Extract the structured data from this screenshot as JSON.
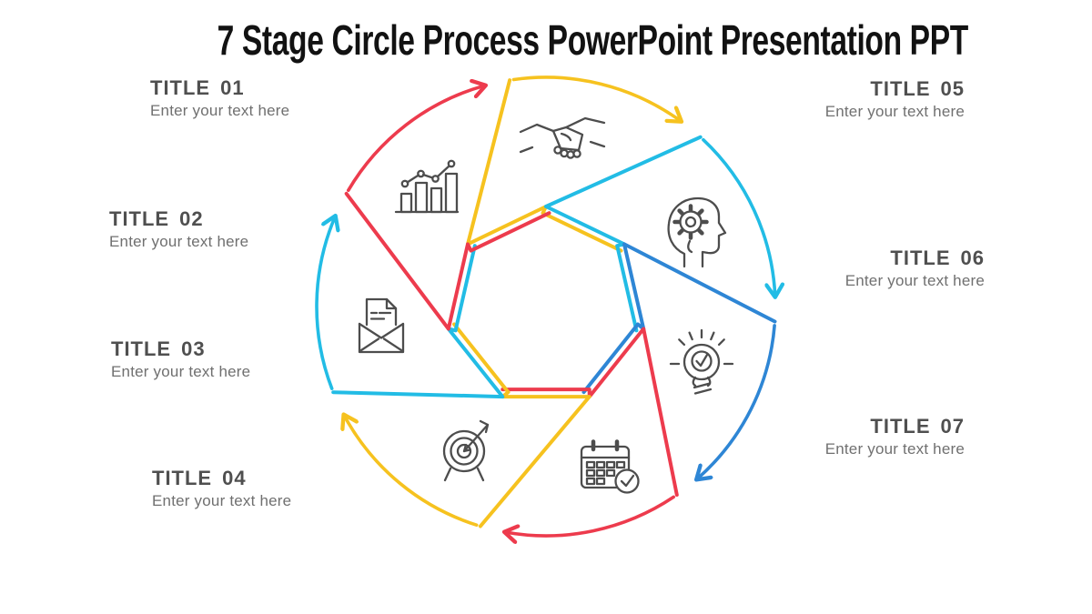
{
  "title": "7 Stage Circle Process PowerPoint Presentation PPT",
  "stages": [
    {
      "label": "TITLE",
      "number": "01",
      "text": "Enter your text here"
    },
    {
      "label": "TITLE",
      "number": "02",
      "text": "Enter your text here"
    },
    {
      "label": "TITLE",
      "number": "03",
      "text": "Enter your text here"
    },
    {
      "label": "TITLE",
      "number": "04",
      "text": "Enter your text here"
    },
    {
      "label": "TITLE",
      "number": "05",
      "text": "Enter your text here"
    },
    {
      "label": "TITLE",
      "number": "06",
      "text": "Enter your text here"
    },
    {
      "label": "TITLE",
      "number": "07",
      "text": "Enter your text here"
    }
  ],
  "diagram": {
    "icon_color": "#4d4d4d",
    "colors": {
      "red": "#ED3B4D",
      "yellow": "#F6C21F",
      "cyan": "#22BCE5",
      "blue": "#2E86D5"
    },
    "blades_clockwise": [
      {
        "color": "yellow",
        "icon": "handshake-icon"
      },
      {
        "color": "cyan",
        "icon": "head-gear-icon"
      },
      {
        "color": "blue",
        "icon": "lightbulb-check-icon"
      },
      {
        "color": "red",
        "icon": "calendar-check-icon"
      },
      {
        "color": "yellow",
        "icon": "target-arrow-icon"
      },
      {
        "color": "cyan",
        "icon": "envelope-letter-icon"
      },
      {
        "color": "red",
        "icon": "bar-chart-icon"
      }
    ]
  }
}
